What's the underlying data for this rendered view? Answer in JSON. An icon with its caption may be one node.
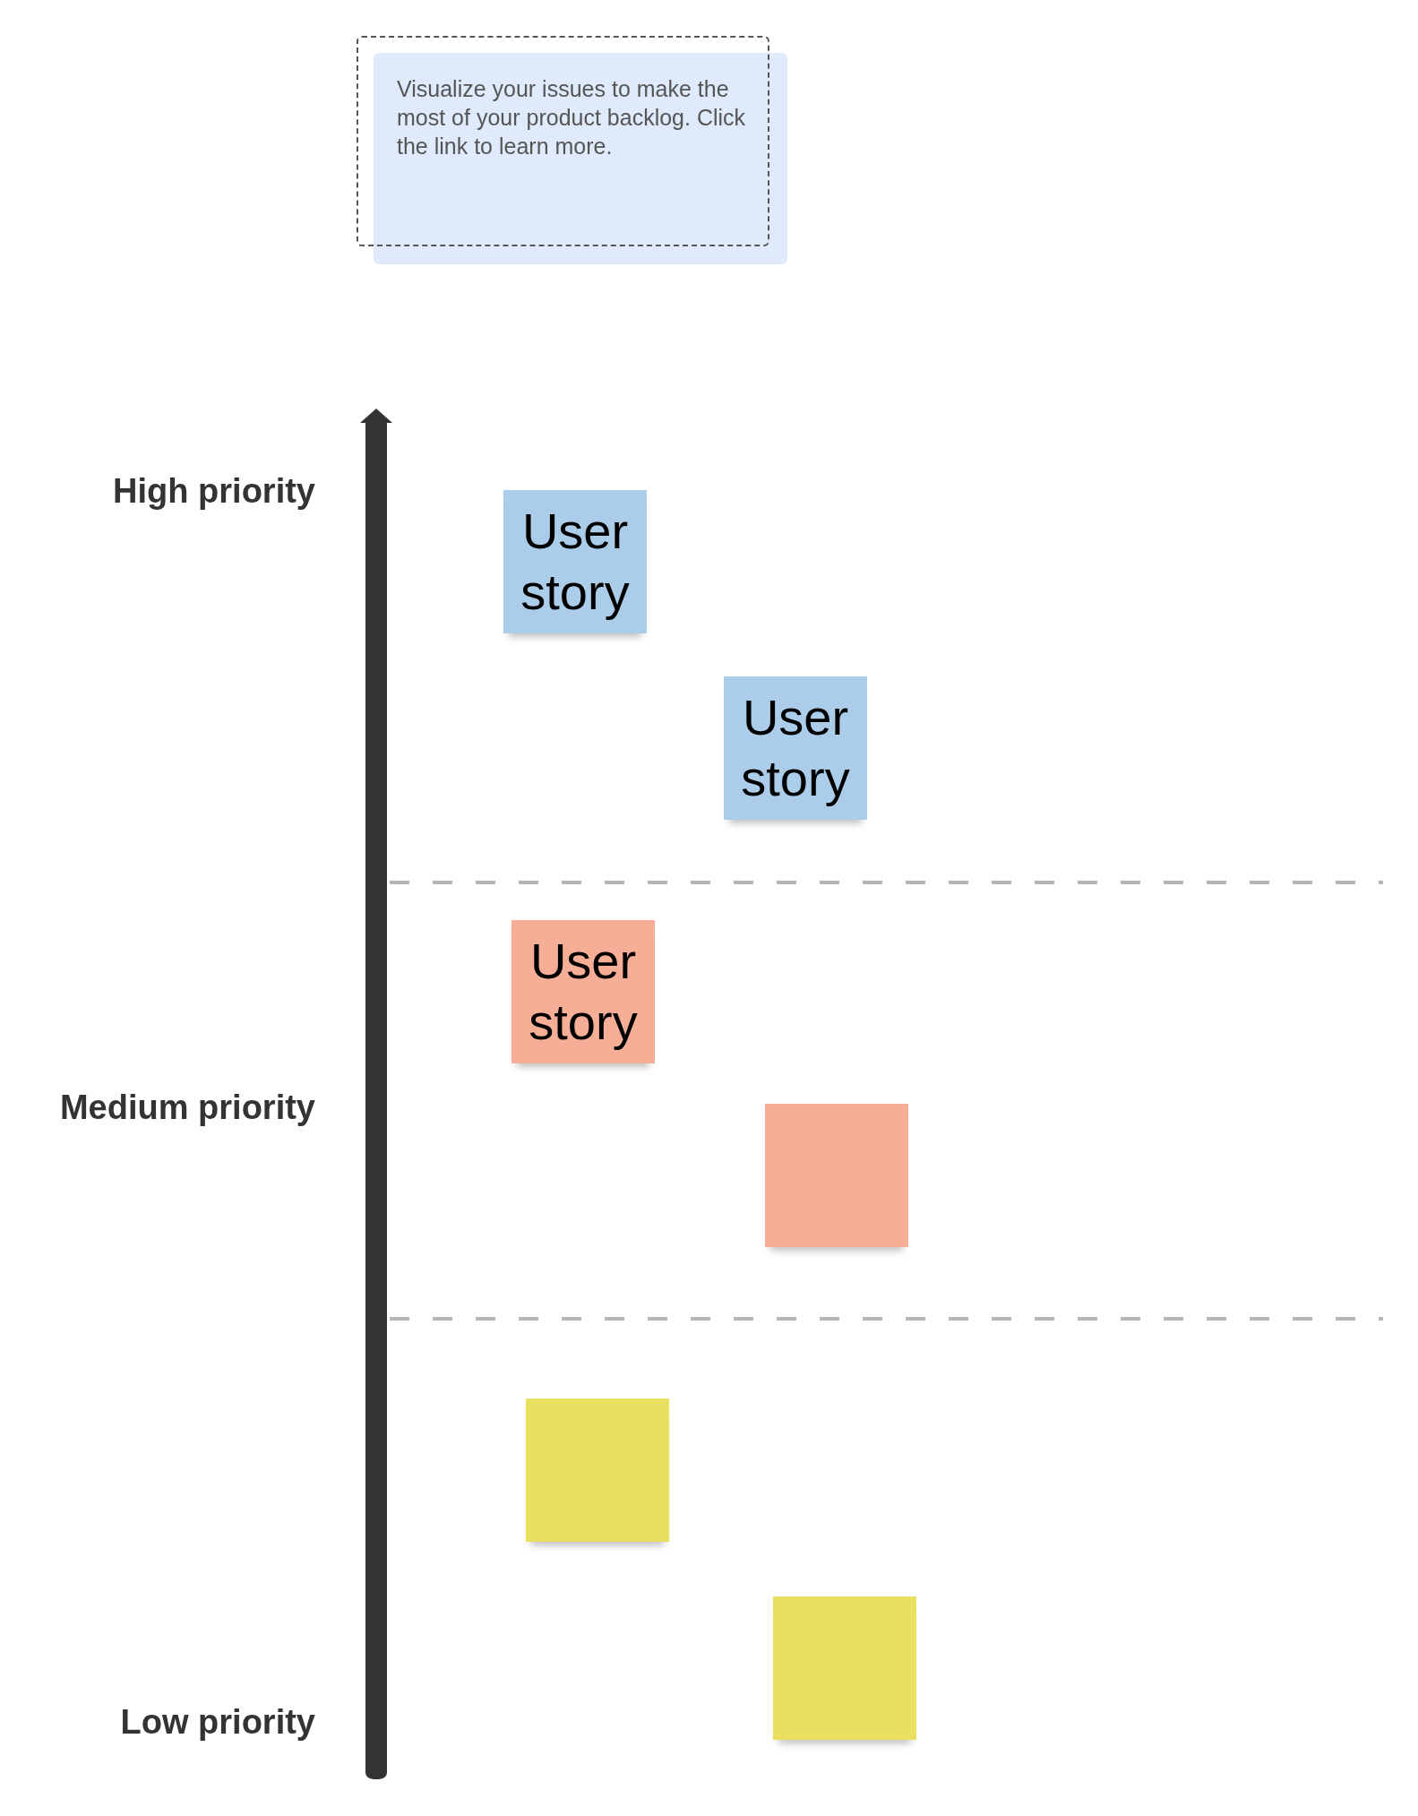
{
  "diagram": {
    "nodes": [
      {
        "text": [
          "Visualize your issues to make the most of your product backlog. Click the link to learn more."
        ]
      },
      {
        "text": [
          "User story"
        ]
      },
      {
        "text": [
          "User story"
        ]
      },
      {
        "text": [
          "User story"
        ]
      },
      {
        "text": [],
        "shape": "box"
      },
      {
        "text": [],
        "shape": "box"
      },
      {
        "text": [],
        "shape": "box"
      }
    ],
    "edges": [],
    "labels": [
      "High priority",
      "Medium priority",
      "Low priority"
    ]
  }
}
